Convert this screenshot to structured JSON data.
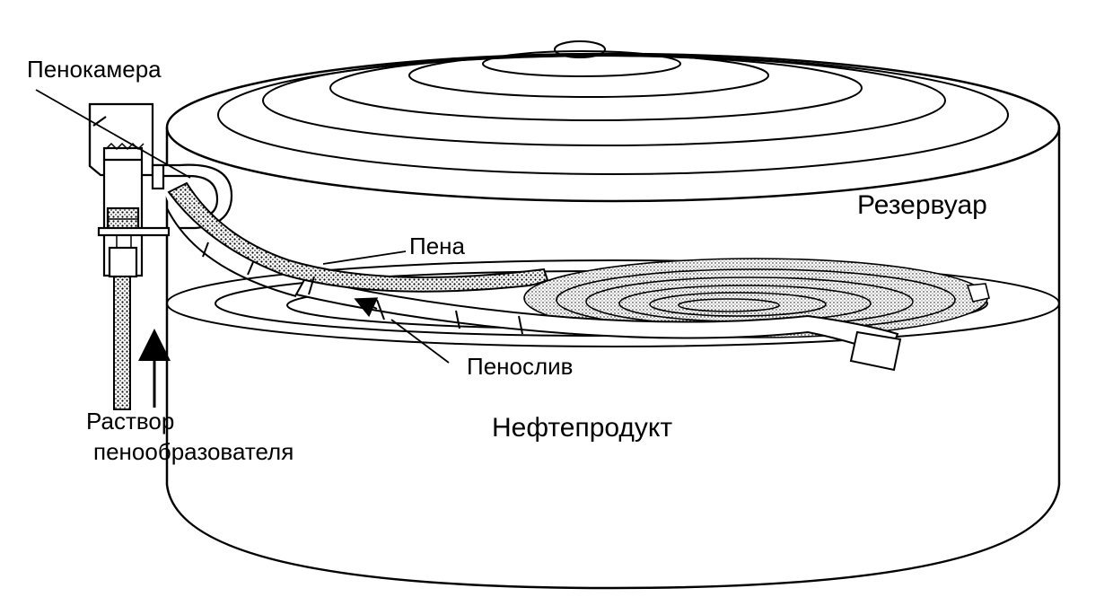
{
  "labels": {
    "foam_chamber": "Пенокамера",
    "reservoir": "Резервуар",
    "foam": "Пена",
    "foam_spillway": "Пенослив",
    "solution_line1": "Раствор",
    "solution_line2": "пенообразователя",
    "oil_product": "Нефтепродукт"
  },
  "colors": {
    "stroke": "#000000",
    "background": "#ffffff",
    "foam_fill": "#9a9a9a"
  }
}
